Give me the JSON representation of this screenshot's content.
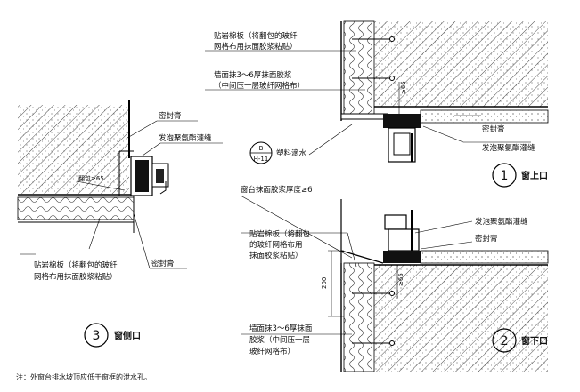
{
  "detail3": {
    "labels": {
      "sealant_top": "密封膏",
      "foam": "发泡聚氨酯灌缝",
      "wrap": "翻包≥65",
      "board_line1": "贴岩棉板（将翻包的玻纤",
      "board_line2": "网格布用抹面胶浆粘贴）",
      "sealant_bottom": "密封膏"
    },
    "caption": {
      "number": "3",
      "title": "窗侧口"
    }
  },
  "detail1": {
    "labels": {
      "board_line1": "贴岩棉板（将翻包的玻纤",
      "board_line2": "网格布用抹面胶浆粘贴）",
      "plaster_line1": "墙面抹3～6厚抹面胶浆",
      "plaster_line2": "（中间压一层玻纤网格布）",
      "drip": "塑料滴水",
      "ref_top": "B",
      "ref_bottom": "H-11",
      "dim": "≥65",
      "sealant": "密封膏",
      "foam": "发泡聚氨酯灌缝"
    },
    "caption": {
      "number": "1",
      "title": "窗上口"
    }
  },
  "detail2": {
    "labels": {
      "sill_plaster": "窗台抹面胶浆厚度≥6",
      "board_line1": "贴岩棉板（将翻包",
      "board_line2": "的玻纤网格布用",
      "board_line3": "抹面胶浆粘贴）",
      "dim_200": "200",
      "dim_65": "≥65",
      "plaster_line1": "墙面抹3～6厚抹面",
      "plaster_line2": "胶浆（中间压一层",
      "plaster_line3": "玻纤网格布）",
      "foam": "发泡聚氨酯灌缝",
      "sealant": "密封膏"
    },
    "caption": {
      "number": "2",
      "title": "窗下口"
    }
  },
  "note": "注：外窗台排水坡顶应低于窗框的泄水孔。"
}
